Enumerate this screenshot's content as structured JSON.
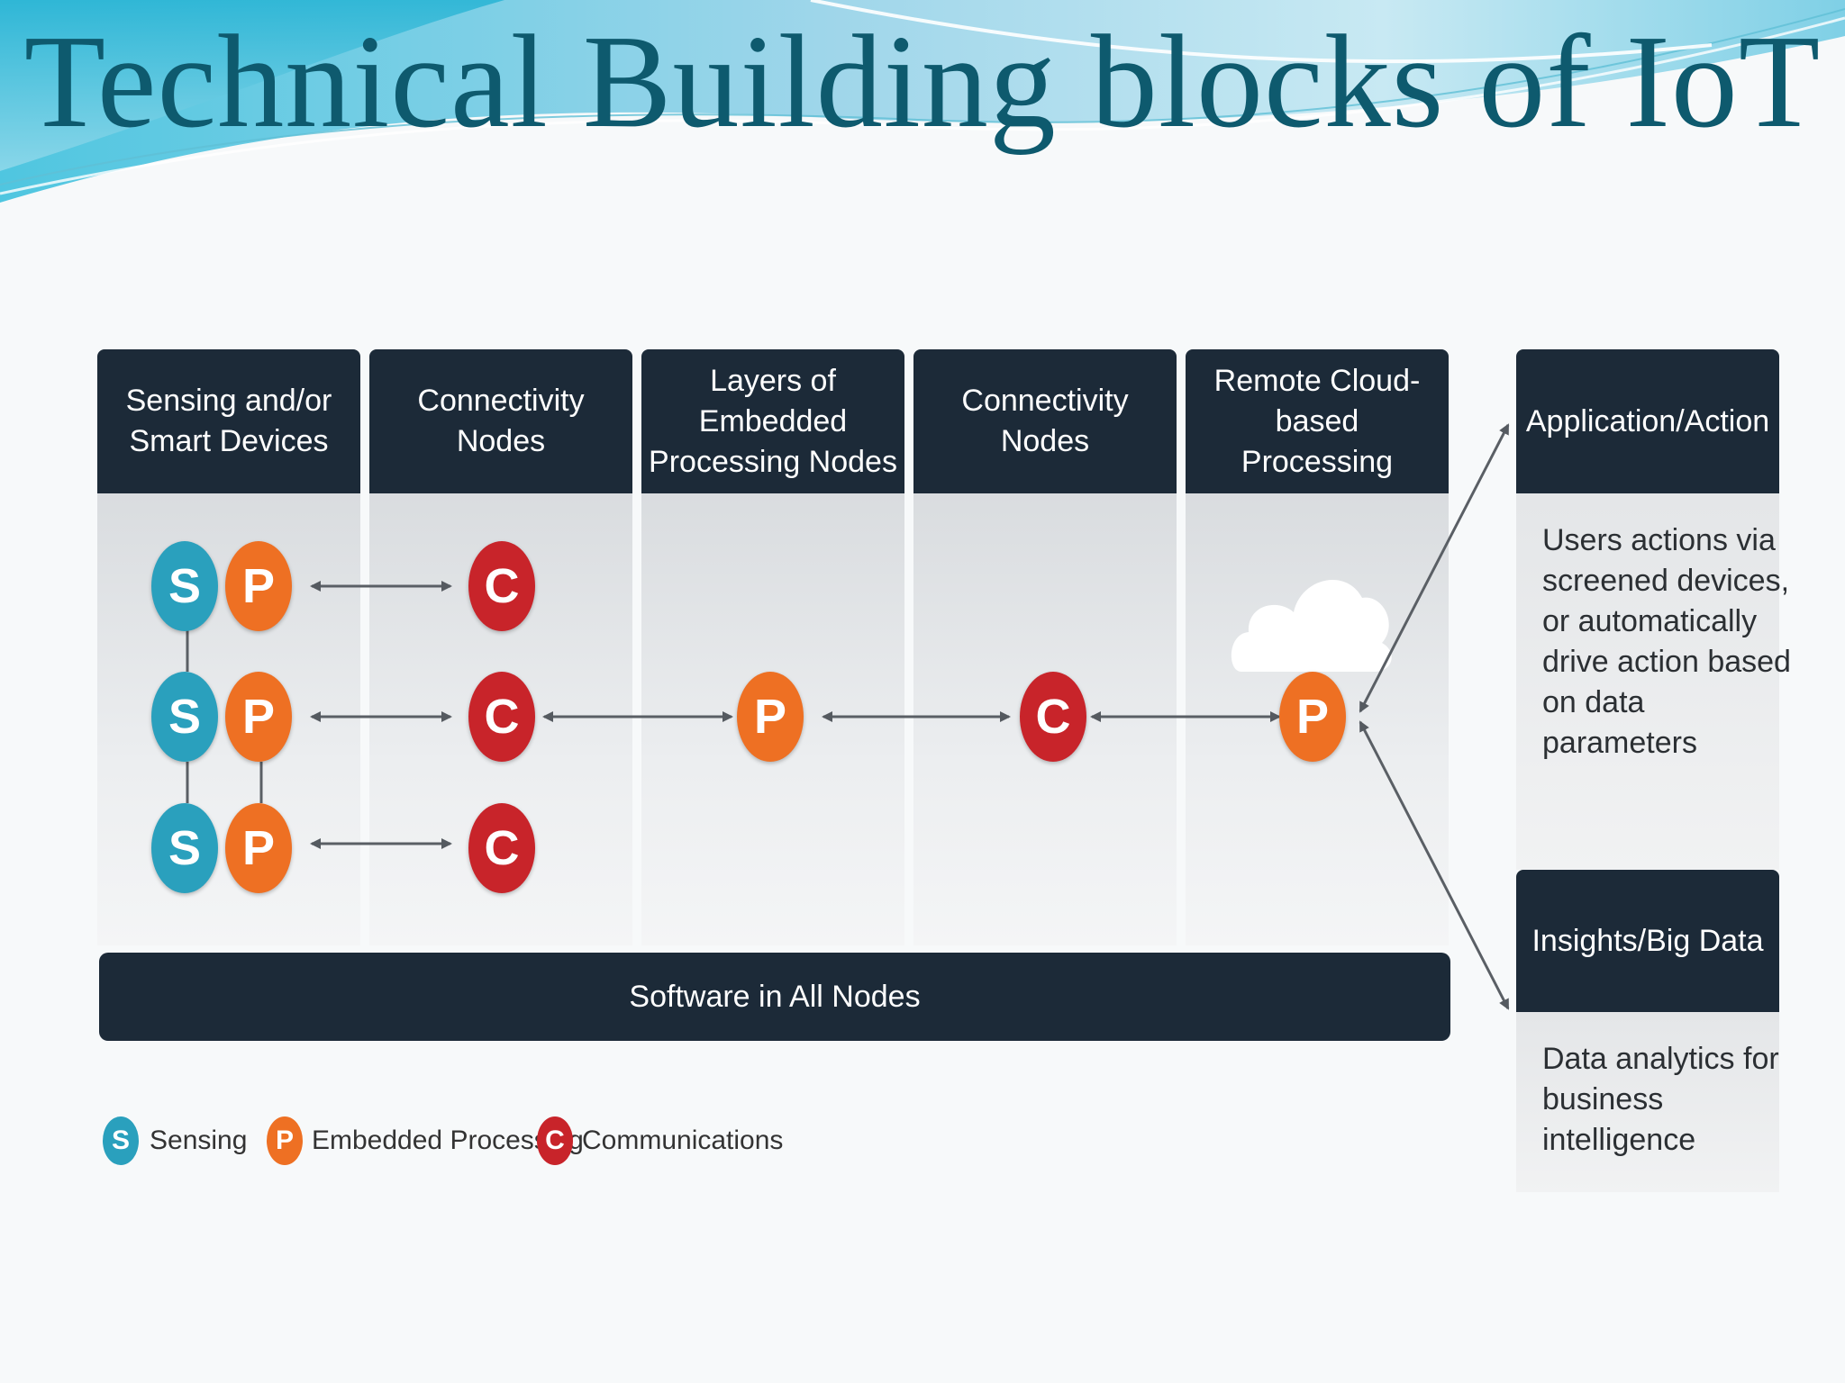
{
  "title": "Technical Building blocks of IoT",
  "columns": [
    {
      "label": "Sensing and/or\nSmart Devices"
    },
    {
      "label": "Connectivity\nNodes"
    },
    {
      "label": "Layers of Embedded\nProcessing Nodes"
    },
    {
      "label": "Connectivity\nNodes"
    },
    {
      "label": "Remote Cloud-based\nProcessing"
    }
  ],
  "software_bar": "Software in All Nodes",
  "application": {
    "title": "Application/Action",
    "text": "Users actions via\nscreened devices,\nor automatically\ndrive action based\non data\nparameters"
  },
  "insights": {
    "title": "Insights/Big Data",
    "text": "Data analytics for\nbusiness\nintelligence"
  },
  "node_letters": {
    "sensing": "S",
    "processing": "P",
    "communications": "C"
  },
  "legend": [
    {
      "letter": "S",
      "label": "Sensing"
    },
    {
      "letter": "P",
      "label": "Embedded Processing"
    },
    {
      "letter": "C",
      "label": "Communications"
    }
  ],
  "colors": {
    "sensing": "#2aa0bd",
    "processing": "#ee7023",
    "communications": "#c8242a",
    "header": "#1c2a38",
    "title": "#0e5a6e"
  }
}
